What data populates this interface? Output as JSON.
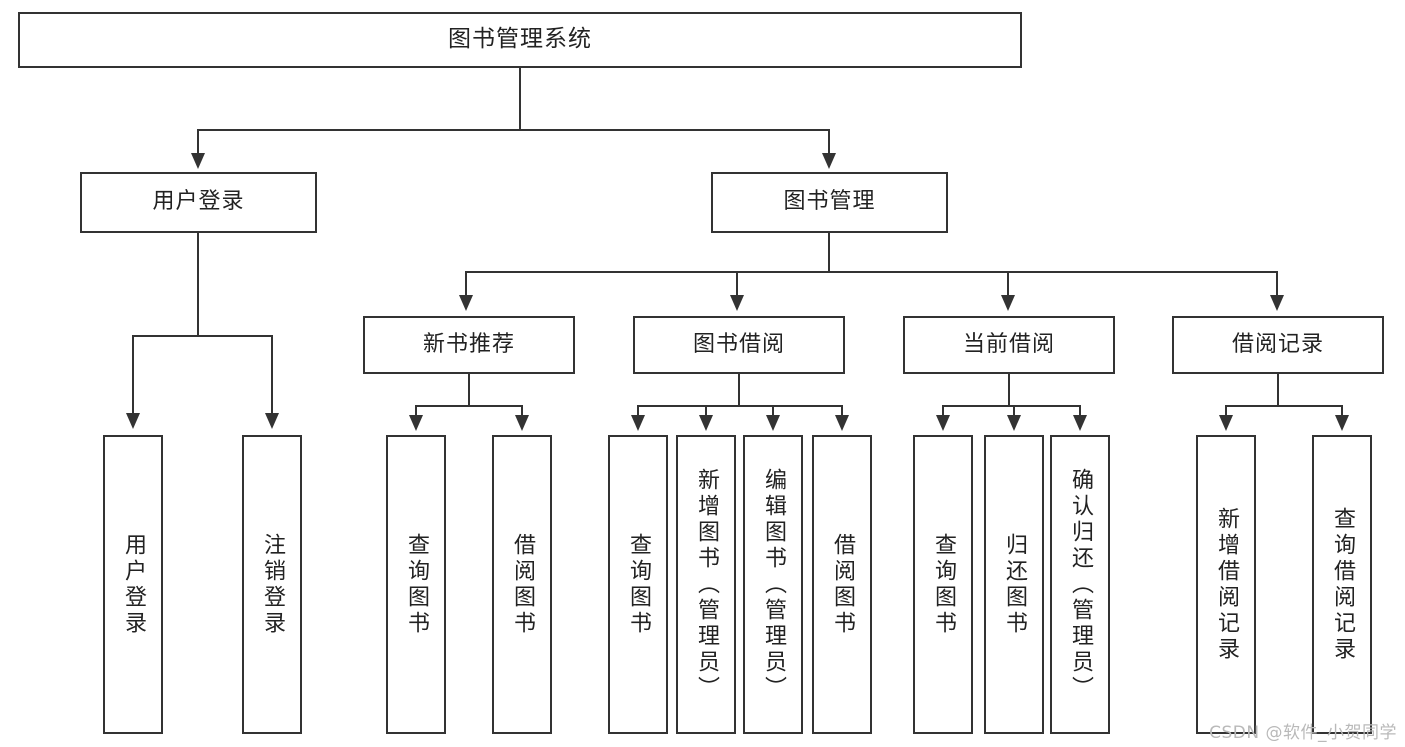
{
  "diagram": {
    "type": "hierarchy-tree",
    "title": "图书管理系统",
    "background_color": "#ffffff",
    "line_color": "#333333",
    "text_color": "#222222"
  },
  "root": {
    "label": "图书管理系统"
  },
  "level2": [
    {
      "id": "user-login",
      "label": "用户登录"
    },
    {
      "id": "book-management",
      "label": "图书管理"
    }
  ],
  "level3": [
    {
      "id": "new-book-recommend",
      "label": "新书推荐"
    },
    {
      "id": "book-borrow",
      "label": "图书借阅"
    },
    {
      "id": "current-borrow",
      "label": "当前借阅"
    },
    {
      "id": "borrow-record",
      "label": "借阅记录"
    }
  ],
  "leaves": {
    "user_login": [
      {
        "id": "leaf-user-login",
        "label": "用户登录"
      },
      {
        "id": "leaf-logout-login",
        "label": "注销登录"
      }
    ],
    "new_book_recommend": [
      {
        "id": "leaf-query-book-1",
        "label": "查询图书"
      },
      {
        "id": "leaf-borrow-book-1",
        "label": "借阅图书"
      }
    ],
    "book_borrow": [
      {
        "id": "leaf-query-book-2",
        "label": "查询图书"
      },
      {
        "id": "leaf-add-book",
        "label": "新增图书（管理员）"
      },
      {
        "id": "leaf-edit-book",
        "label": "编辑图书（管理员）"
      },
      {
        "id": "leaf-borrow-book-2",
        "label": "借阅图书"
      }
    ],
    "current_borrow": [
      {
        "id": "leaf-query-book-3",
        "label": "查询图书"
      },
      {
        "id": "leaf-return-book",
        "label": "归还图书"
      },
      {
        "id": "leaf-confirm-return",
        "label": "确认归还（管理员）"
      }
    ],
    "borrow_record": [
      {
        "id": "leaf-add-record",
        "label": "新增借阅记录"
      },
      {
        "id": "leaf-query-record",
        "label": "查询借阅记录"
      }
    ]
  },
  "watermark": {
    "text": "CSDN @软件_小贺同学"
  }
}
